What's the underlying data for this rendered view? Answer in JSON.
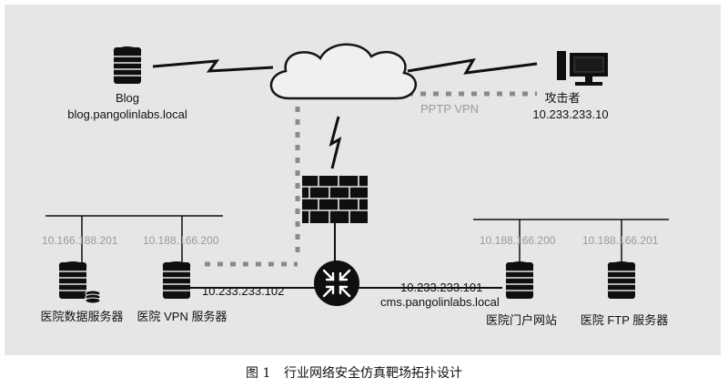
{
  "nodes": {
    "blog": {
      "name": "Blog",
      "host": "blog.pangolinlabs.local"
    },
    "attacker": {
      "name": "攻击者",
      "ip": "10.233.233.10"
    },
    "vpn_link": {
      "label": "PPTP VPN"
    },
    "left_net": {
      "ip_a": "10.166.188.201",
      "ip_b": "10.188.166.200",
      "db_server": "医院数据服务器",
      "vpn_server": "医院 VPN 服务器",
      "vpn_server_ip": "10.233.233.102"
    },
    "right_net": {
      "router_ip": "10.233.233.101",
      "cms_host": "cms.pangolinlabs.local",
      "ip_a": "10.188.166.200",
      "ip_b": "10.188.166.201",
      "portal_server": "医院门户网站",
      "ftp_server": "医院 FTP 服务器"
    }
  },
  "caption": {
    "number": "图 1",
    "text": "行业网络安全仿真靶场拓扑设计"
  }
}
